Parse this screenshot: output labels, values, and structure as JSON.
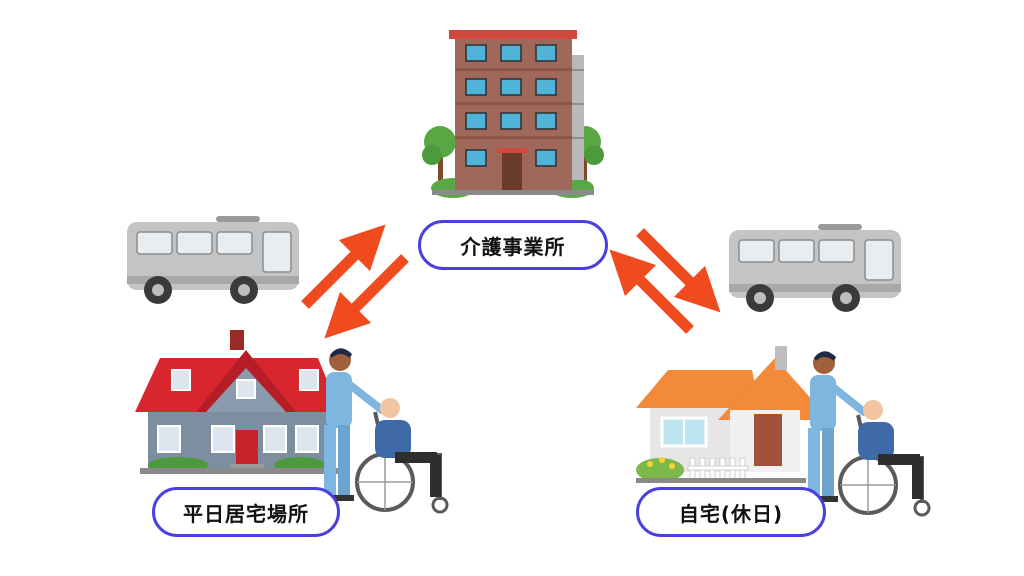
{
  "labels": {
    "center": "介護事業所",
    "left": "平日居宅場所",
    "right": "自宅(休日)"
  },
  "colors": {
    "arrow": "#f04a1f",
    "pill_border": "#4a3fe0",
    "building_body": "#a0685a",
    "building_roof": "#c9423a",
    "left_house_roof": "#d8262e",
    "left_house_wall": "#7d8ea0",
    "right_house_roof": "#f28a3a",
    "right_house_wall": "#e6e6e6",
    "bus_body": "#c4c4c4",
    "caregiver_uniform": "#7fb6e0"
  }
}
